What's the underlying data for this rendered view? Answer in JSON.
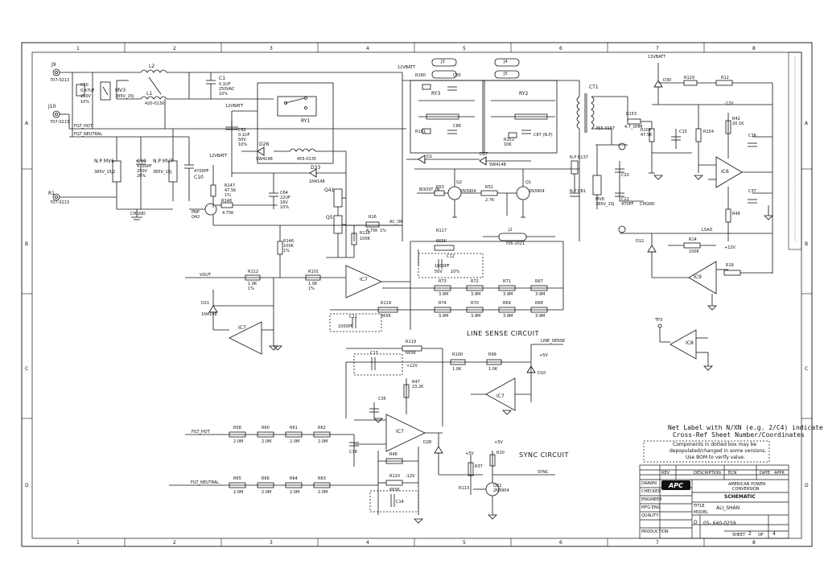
{
  "frame": {
    "col_numbers": [
      "1",
      "2",
      "3",
      "4",
      "5",
      "6",
      "7",
      "8"
    ],
    "row_letters": [
      "A",
      "B",
      "C",
      "D"
    ]
  },
  "components": {
    "J9": "J9",
    "J9_part": "707-0213",
    "J10": "J10",
    "J10_part": "707-0213",
    "R1": "R1",
    "R1_part": "707-0213",
    "C50": "C50",
    "C50_val": "0.47UF",
    "C50_v": "250V",
    "C50_tol": "10%",
    "MV3": "MV3",
    "MV3_val": "385V_15J",
    "L2": "L2",
    "L1": "L1",
    "L1_val": "420-0130",
    "C1": "C1",
    "C1_val": "0.1UF",
    "C1_v": "250VAC",
    "C1_tol": "10%",
    "filt_hot": "FILT_HOT",
    "filt_neutral": "FILT_NEUTRAL",
    "C19": "C19",
    "C19_val": "4700PF",
    "C19_v": "250V",
    "C19_tol": "20%",
    "MV6": "N.P MV6",
    "MV6_val": "385V_15J2",
    "MV7": "N.P MV7",
    "MV7_val": "385V_15J",
    "C10": "C10",
    "C10_val": "4700PF",
    "chgnd": "CHGND",
    "R147": "R147",
    "R147_val": "47.5K",
    "R147_tol": "1%",
    "R148": "R148",
    "R148_val": "4.75K",
    "Q42": "Q42",
    "Q42_type": "PNP",
    "vbatt": "12VBATT",
    "RY1": "RY1",
    "RY1_part": "455-0135",
    "RY2": "RY2",
    "RY3": "RY3",
    "C62": "C62",
    "C62_val": "0.1UF",
    "C62_v": "50V",
    "C62_tol": "10%",
    "D26": "D26",
    "D26_part": "SW4148",
    "D33": "D33",
    "D33_part": "1N4148",
    "C64": "C64",
    "C64_val": "22UF",
    "C64_v": "16V",
    "C64_tol": "10%",
    "Q41": "Q41",
    "Q5": "Q5",
    "R16": "R16",
    "R16_val": "4.75K",
    "R16_tol": "1%",
    "R118": "R118",
    "R118_val": "100K",
    "ac_ok": "AC_OK",
    "R146": "R146",
    "R146_val": "100K",
    "R146_tol": "1%",
    "vout": "VOUT",
    "R112": "R112",
    "R112_val": "1.0K",
    "R112_tol": "1%",
    "R101": "R101",
    "R101_val": "1.0K",
    "R101_tol": "1%",
    "IC7": "IC7",
    "IC8": "IC8",
    "IC6": "IC6",
    "D11": "D11",
    "D11_part": "1N4148",
    "R117": "R117",
    "R117_val": "665K",
    "C12": "C12",
    "C12_val": "1000PF",
    "C12_v": "50V",
    "C12_tol": "10%",
    "R73": "R73",
    "R72": "R72",
    "R71": "R71",
    "R67": "R67",
    "R74": "R74",
    "R70": "R70",
    "R69": "R69",
    "R68": "R68",
    "res_2m": "3.9M",
    "R119": "R119",
    "R119_val": "665K",
    "C11": "C11",
    "C11_val": "1000PF",
    "J2": "J2",
    "J2_part": "706-1021",
    "J3": "J3",
    "J4": "J4",
    "J5": "J5",
    "R180": "R180",
    "R181": "R181",
    "C85": "C85",
    "C86": "C86",
    "D1": "D1",
    "D27": "D27",
    "D27_part": "SW4148",
    "Q2": "Q2",
    "Q2_part": "2N3904",
    "R53": "R53",
    "R52": "R52",
    "R52_val": "2.7K",
    "boost_in": "BOOST_IN",
    "Q1": "Q1",
    "Q1_part": "2N3904",
    "R152": "R152",
    "R152_val": "10K",
    "C87": "C87 (N.P)",
    "CT1": "CT1",
    "CT1_part": "455-0167",
    "R137": "N.P R137",
    "CB1": "N.P CB1",
    "MV8": "MV8",
    "MV8_val": "385V_15J",
    "C20": "C20",
    "C21": "C21",
    "C21_val": "470PF",
    "R153": "R153",
    "R153_val": "4.7_OHM",
    "R108": "R108",
    "R108_val": "47.5K",
    "C15": "C15",
    "R154": "R154",
    "D30": "D30",
    "R129": "R129",
    "R12": "R12",
    "R42": "R42",
    "R42_val": "20.1K",
    "C36": "C36",
    "C37": "C37",
    "R48": "R48",
    "lsad": "LSAD",
    "D12": "D12",
    "R14": "R14",
    "R14_val": "100K",
    "IC9": "IC9",
    "TP3": "TP3",
    "neg12v": "-12V",
    "pos12v": "+12V",
    "pos5v": "+5V",
    "R18": "R18",
    "line_sense_title": "LINE SENSE CIRCUIT",
    "line_sense_sig": "LINE_SENSE",
    "R100": "R100",
    "R100_val": "1.0K",
    "R99": "R99",
    "R99_val": "1.0K",
    "C13": "C13",
    "D10": "D10",
    "R47": "R47",
    "R47_val": "23.2K",
    "C35": "C35",
    "R58": "R58",
    "R60": "R60",
    "R61": "R61",
    "R62": "R62",
    "R65": "R65",
    "R66": "R66",
    "R64": "R64",
    "R63": "R63",
    "res_val": "2.0M",
    "C38": "C38",
    "R46": "R46",
    "D28": "D28",
    "R120": "R120",
    "R120_val": "665K",
    "C14": "C14",
    "sync_title": "SYNC CIRCUIT",
    "sync_sig": "SYNC",
    "R37": "R37",
    "R10": "R10",
    "Q22": "Q22",
    "Q22_part": "2N3904",
    "R113": "R113"
  },
  "note": {
    "line1": "Net Label with N/XN (e.g. 2/C4) indicate",
    "line2": "Cross-Ref Sheet Number/Coordinates",
    "box1": "Components in dotted box may be",
    "box2": "depopulated/changed in some versions.",
    "box3": "Use BOM to verify value."
  },
  "title_block": {
    "company": "APC",
    "company_name1": "AMERICAN POWER",
    "company_name2": "CONVERSION",
    "doc_type": "SCHEMATIC",
    "title_label": "TITLE",
    "title": "ALI_SHAN",
    "model_label": "MODEL",
    "drawn": "DRAWN",
    "checked": "CHECKED",
    "engineer": "ENGINEER",
    "mfg_eng": "MFG ENG",
    "quality": "QUALITY",
    "production": "PRODUCTION",
    "doc_no": "05- 640-0259",
    "sheet_label": "SHEET",
    "sheet": "2",
    "of_label": "OF",
    "of": "4",
    "size": "D",
    "rev_hdr": "REV",
    "desc_hdr": "DESCRIPTION",
    "ecn_hdr": "ECN",
    "date_hdr": "DATE",
    "appr_hdr": "APPR"
  }
}
